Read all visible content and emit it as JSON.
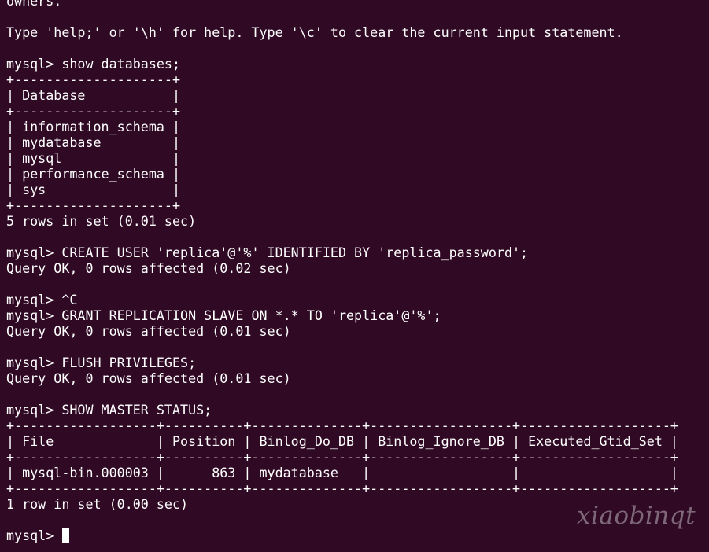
{
  "terminal": {
    "background": "#300a24",
    "foreground": "#ffffff",
    "lines": [
      "owners.",
      "",
      "Type 'help;' or '\\h' for help. Type '\\c' to clear the current input statement.",
      "",
      "mysql> show databases;",
      "+--------------------+",
      "| Database           |",
      "+--------------------+",
      "| information_schema |",
      "| mydatabase         |",
      "| mysql              |",
      "| performance_schema |",
      "| sys                |",
      "+--------------------+",
      "5 rows in set (0.01 sec)",
      "",
      "mysql> CREATE USER 'replica'@'%' IDENTIFIED BY 'replica_password';",
      "Query OK, 0 rows affected (0.02 sec)",
      "",
      "mysql> ^C",
      "mysql> GRANT REPLICATION SLAVE ON *.* TO 'replica'@'%';",
      "Query OK, 0 rows affected (0.01 sec)",
      "",
      "mysql> FLUSH PRIVILEGES;",
      "Query OK, 0 rows affected (0.01 sec)",
      "",
      "mysql> SHOW MASTER STATUS;",
      "+------------------+----------+--------------+------------------+-------------------+",
      "| File             | Position | Binlog_Do_DB | Binlog_Ignore_DB | Executed_Gtid_Set |",
      "+------------------+----------+--------------+------------------+-------------------+",
      "| mysql-bin.000003 |      863 | mydatabase   |                  |                   |",
      "+------------------+----------+--------------+------------------+-------------------+",
      "1 row in set (0.00 sec)",
      ""
    ],
    "prompt": "mysql> "
  },
  "watermark": {
    "text": "xiaobinqt"
  }
}
